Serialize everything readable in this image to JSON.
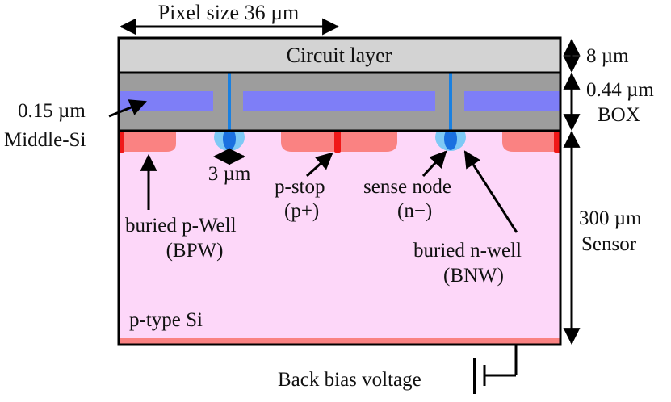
{
  "labels": {
    "pixel_size": "Pixel size 36 µm",
    "circuit_layer": "Circuit layer",
    "layer_8um": "8 µm",
    "box_thickness": "0.44 µm",
    "box": "BOX",
    "middle_si_thickness": "0.15 µm",
    "middle_si": "Middle-Si",
    "width_3um": "3 µm",
    "p_stop": "p-stop",
    "p_plus": "(p+)",
    "sense_node": "sense node",
    "n_minus": "(n−)",
    "buried_p_well": "buried p-Well",
    "bpw": "(BPW)",
    "sensor_thickness": "300 µm",
    "sensor": "Sensor",
    "buried_n_well": "buried n-well",
    "bnw": "(BNW)",
    "p_type_si": "p-type Si",
    "back_bias_voltage": "Back bias voltage"
  },
  "colors": {
    "circuit_layer": "#d3d3d3",
    "box_layer": "#9d9d9d",
    "middle_si": "#7e7ef7",
    "sensor": "#fdd7f9",
    "buried_p_well": "#fa8282",
    "p_stop": "#f01818",
    "buried_n_well": "#7ec9f5",
    "sense_node": "#1a70e0",
    "via": "#1a80e0",
    "outline": "#000000"
  }
}
